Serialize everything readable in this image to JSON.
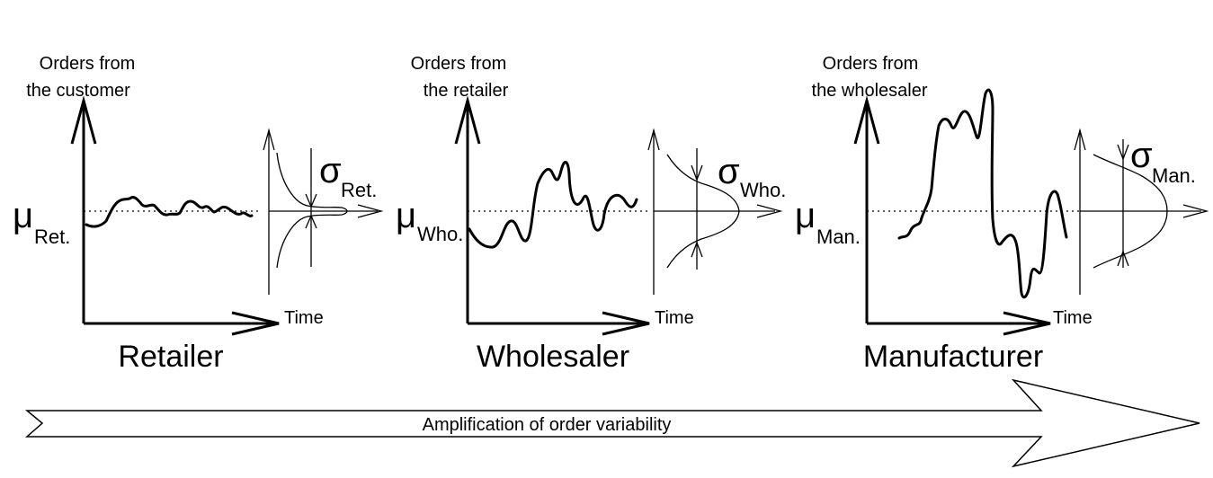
{
  "panels": [
    {
      "orders_line1": "Orders from",
      "orders_line2": "the customer",
      "time_label": "Time",
      "stage_label": "Retailer",
      "mu_symbol": "μ",
      "mu_sub": "Ret.",
      "sigma_symbol": "σ",
      "sigma_sub": "Ret."
    },
    {
      "orders_line1": "Orders from",
      "orders_line2": "the retailer",
      "time_label": "Time",
      "stage_label": "Wholesaler",
      "mu_symbol": "μ",
      "mu_sub": "Who.",
      "sigma_symbol": "σ",
      "sigma_sub": "Who."
    },
    {
      "orders_line1": "Orders from",
      "orders_line2": "the wholesaler",
      "time_label": "Time",
      "stage_label": "Manufacturer",
      "mu_symbol": "μ",
      "mu_sub": "Man.",
      "sigma_symbol": "σ",
      "sigma_sub": "Man."
    }
  ],
  "bottom_arrow_label": "Amplification of order variability"
}
